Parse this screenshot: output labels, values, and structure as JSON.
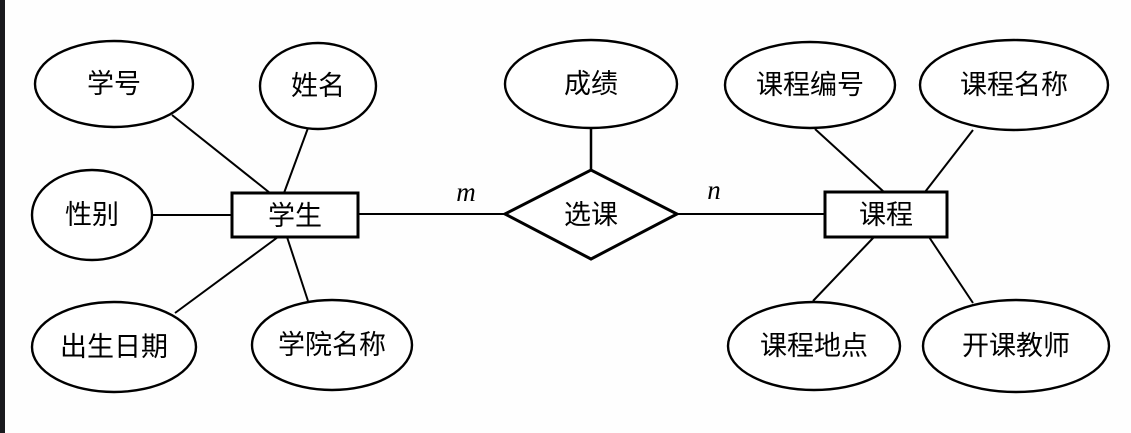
{
  "er": {
    "title": "student-course-er-diagram",
    "colors": {
      "canvas_background": "#fefefe",
      "shape_fill": "#ffffff",
      "shape_stroke": "#000000",
      "text": "#000000",
      "window_edge": "#1a1a1e"
    },
    "student": {
      "label": "学生",
      "attributes": [
        "学号",
        "姓名",
        "性别",
        "出生日期",
        "学院名称"
      ]
    },
    "course": {
      "label": "课程",
      "attributes": [
        "课程编号",
        "课程名称",
        "课程地点",
        "开课教师"
      ]
    },
    "relationship": {
      "label": "选课",
      "attribute": "成绩",
      "cardinality_left": "m",
      "cardinality_right": "n"
    }
  }
}
